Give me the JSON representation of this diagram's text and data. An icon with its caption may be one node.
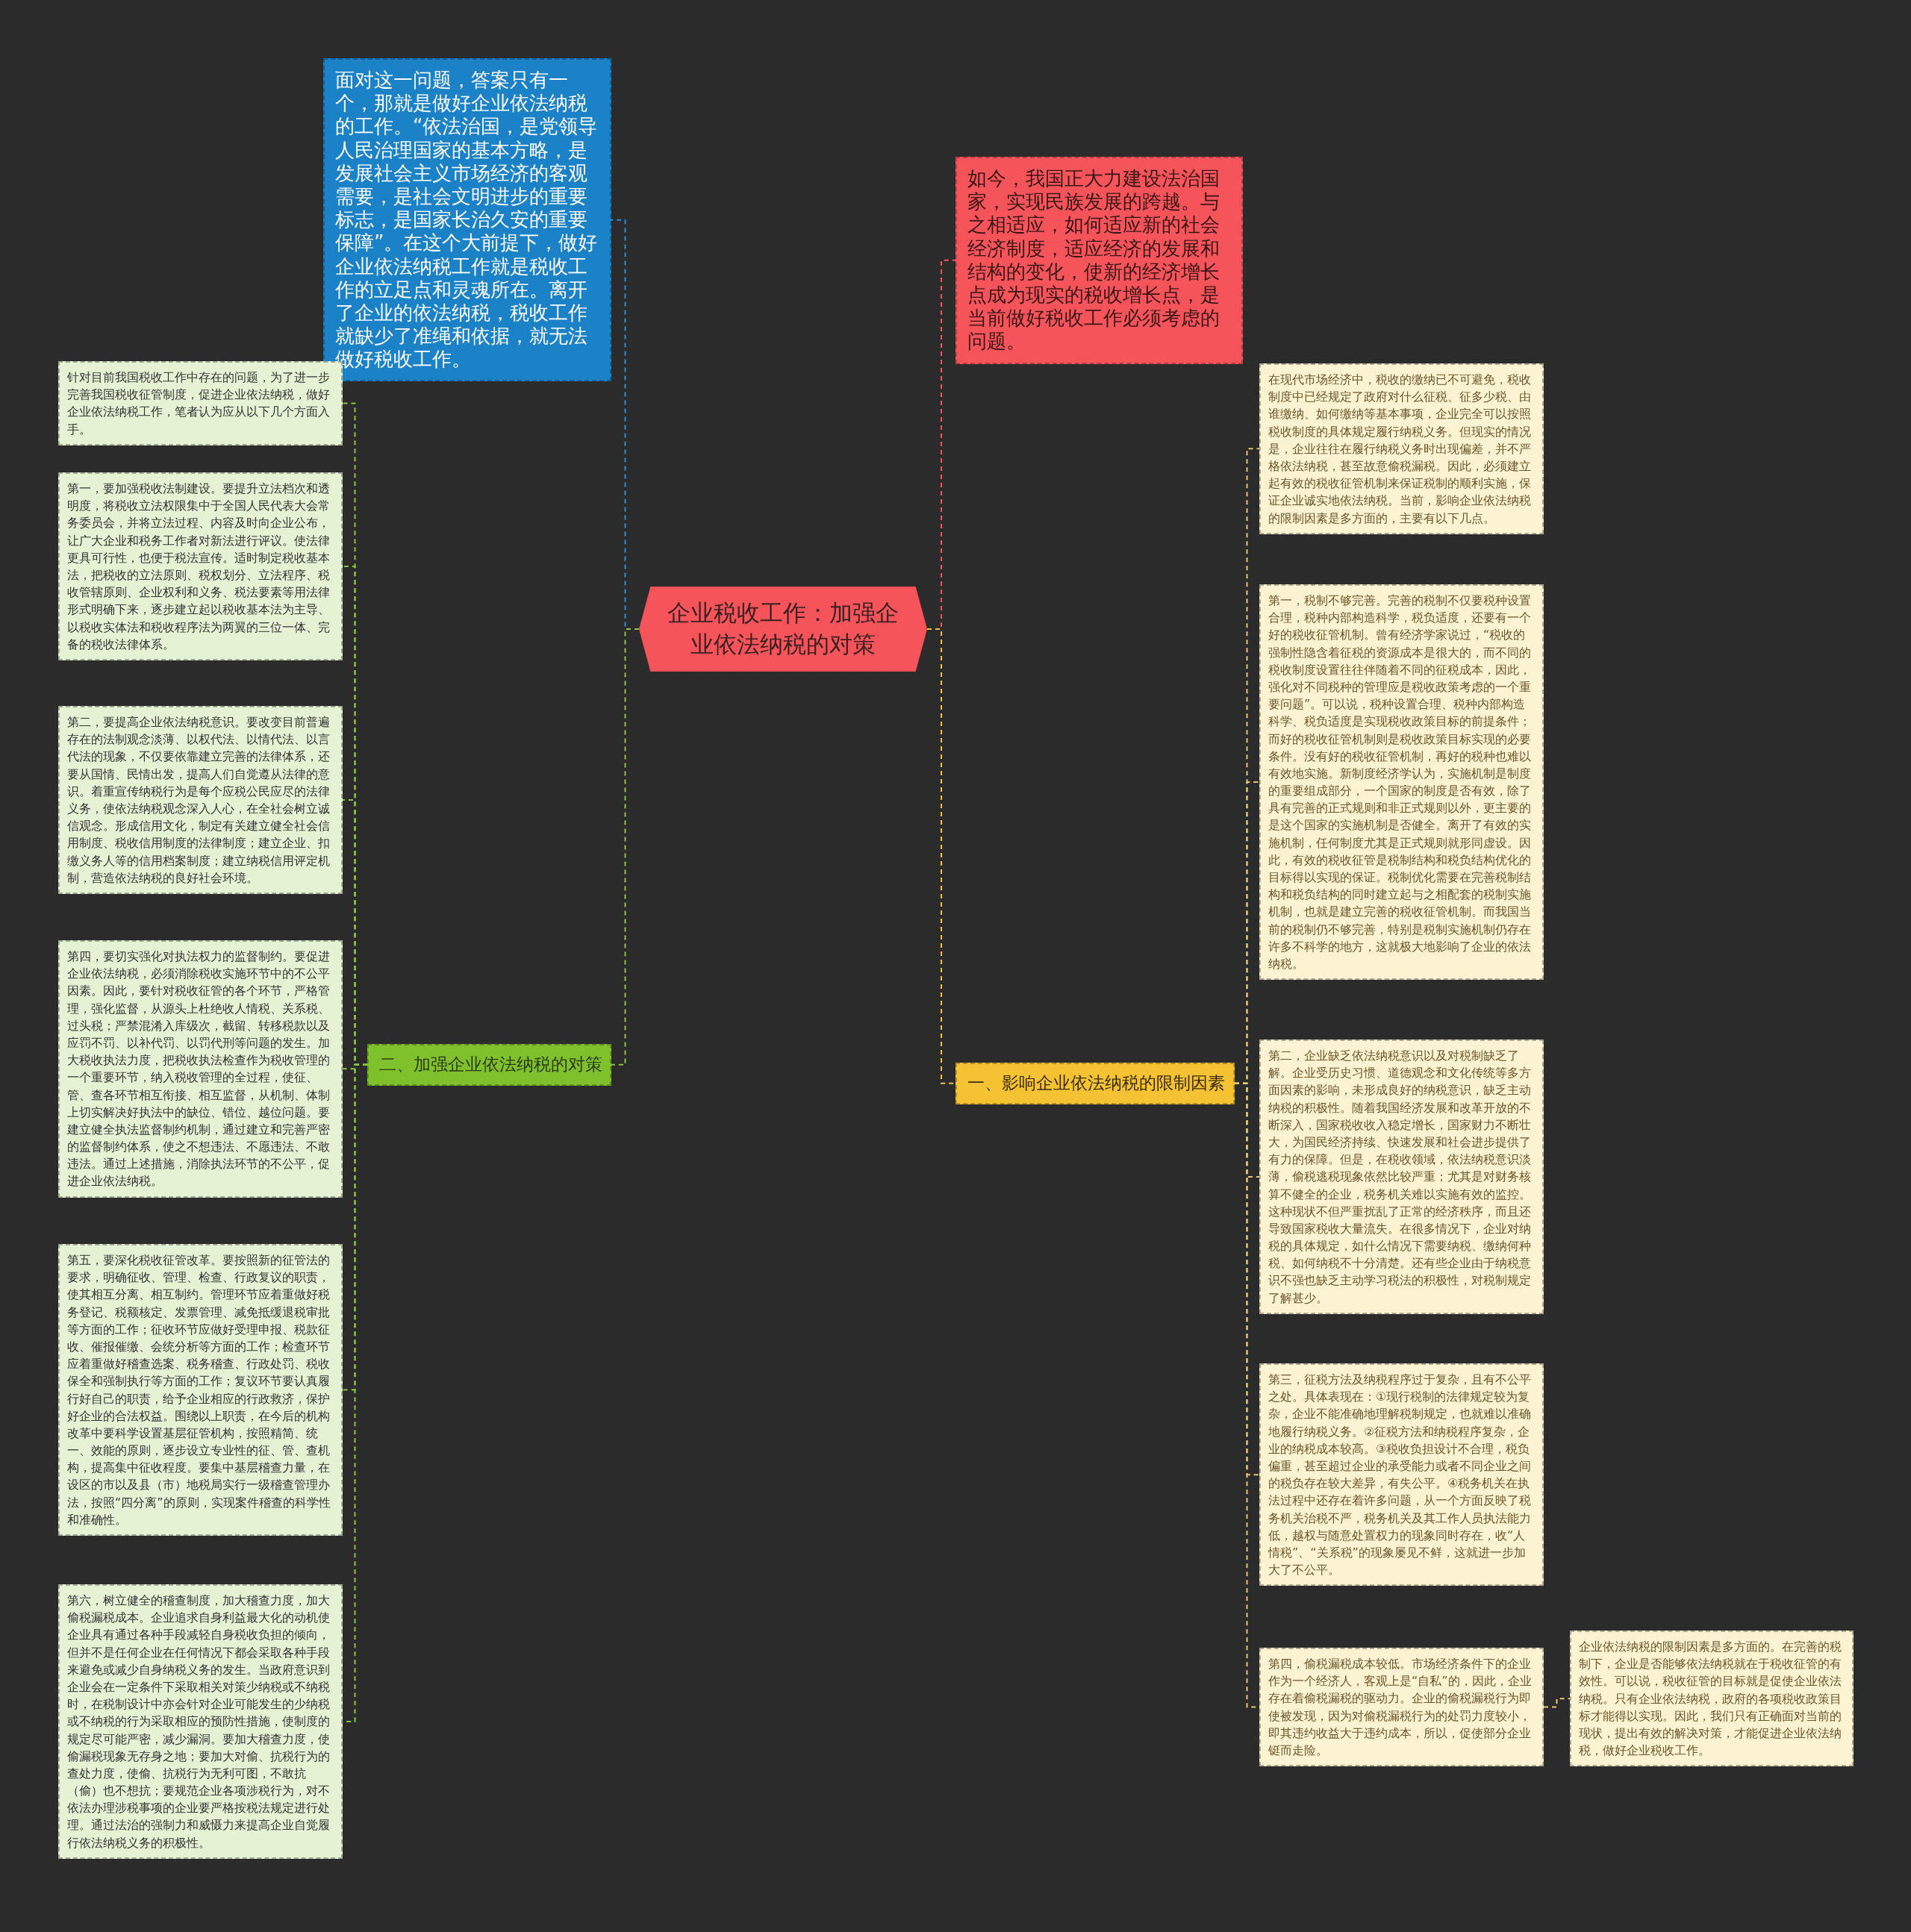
{
  "diagram": {
    "nodes": [
      {
        "text": [
          "企业税收工作：加强企业依法纳税的对策"
        ]
      },
      {
        "text": [
          "面对这一问题，答案只有一个，那就是做好企业依法纳税的工作。“依法治国，是党领导人民治理国家的基本方略，是发展社会主义市场经济的客观需要，是社会文明进步的重要标志，是国家长治久安的重要保障”。在这个大前提下，做好企业依法纳税工作就是税收工作的立足点和灵魂所在。离开了企业的依法纳税，税收工作就缺少了准绳和依据，就无法做好税收工作。"
        ]
      },
      {
        "text": [
          "二、加强企业依法纳税的对策"
        ]
      },
      {
        "text": [
          "针对目前我国税收工作中存在的问题，为了进一步完善我国税收征管制度，促进企业依法纳税，做好企业依法纳税工作，笔者认为应从以下几个方面入手。"
        ]
      },
      {
        "text": [
          "第一，要加强税收法制建设。要提升立法档次和透明度，将税收立法权限集中于全国人民代表大会常务委员会，并将立法过程、内容及时向企业公布，让广大企业和税务工作者对新法进行评议。使法律更具可行性，也便于税法宣传。适时制定税收基本法，把税收的立法原则、税权划分、立法程序、税收管辖原则、企业权利和义务、税法要素等用法律形式明确下来，逐步建立起以税收基本法为主导、以税收实体法和税收程序法为两翼的三位一体、完备的税收法律体系。"
        ]
      },
      {
        "text": [
          "第二，要提高企业依法纳税意识。要改变目前普遍存在的法制观念淡薄、以权代法、以情代法、以言代法的现象，不仅要依靠建立完善的法律体系，还要从国情、民情出发，提高人们自觉遵从法律的意识。着重宣传纳税行为是每个应税公民应尽的法律义务，使依法纳税观念深入人心，在全社会树立诚信观念。形成信用文化，制定有关建立健全社会信用制度、税收信用制度的法律制度；建立企业、扣缴义务人等的信用档案制度；建立纳税信用评定机制，营造依法纳税的良好社会环境。"
        ]
      },
      {
        "text": [
          "第四，要切实强化对执法权力的监督制约。要促进企业依法纳税，必须消除税收实施环节中的不公平因素。因此，要针对税收征管的各个环节，严格管理，强化监督，从源头上杜绝收人情税、关系税、过头税；严禁混淆入库级次，截留、转移税款以及应罚不罚、以补代罚、以罚代刑等问题的发生。加大税收执法力度，把税收执法检查作为税收管理的一个重要环节，纳入税收管理的全过程，使征、管、查各环节相互衔接、相互监督，从机制、体制上切实解决好执法中的缺位、错位、越位问题。要建立健全执法监督制约机制，通过建立和完善严密的监督制约体系，使之不想违法、不愿违法、不敢违法。通过上述措施，消除执法环节的不公平，促进企业依法纳税。"
        ]
      },
      {
        "text": [
          "第五，要深化税收征管改革。要按照新的征管法的要求，明确征收、管理、检查、行政复议的职责，使其相互分离、相互制约。管理环节应着重做好税务登记、税额核定、发票管理、减免抵缓退税审批等方面的工作；征收环节应做好受理申报、税款征收、催报催缴、会统分析等方面的工作；检查环节应着重做好稽查选案、税务稽查、行政处罚、税收保全和强制执行等方面的工作；复议环节要认真履行好自己的职责，给予企业相应的行政救济，保护好企业的合法权益。围绕以上职责，在今后的机构改革中要科学设置基层征管机构，按照精简、统一、效能的原则，逐步设立专业性的征、管、查机构，提高集中征收程度。要集中基层稽查力量，在设区的市以及县（市）地税局实行一级稽查管理办法，按照“四分离”的原则，实现案件稽查的科学性和准确性。"
        ]
      },
      {
        "text": [
          "第六，树立健全的稽查制度，加大稽查力度，加大偷税漏税成本。企业追求自身利益最大化的动机使企业具有通过各种手段减轻自身税收负担的倾向，但并不是任何企业在任何情况下都会采取各种手段来避免或减少自身纳税义务的发生。当政府意识到企业会在一定条件下采取相关对策少纳税或不纳税时，在税制设计中亦会针对企业可能发生的少纳税或不纳税的行为采取相应的预防性措施，使制度的规定尽可能严密，减少漏洞。要加大稽查力度，使偷漏税现象无存身之地；要加大对偷、抗税行为的查处力度，使偷、抗税行为无利可图，不敢抗（偷）也不想抗；要规范企业各项涉税行为，对不依法办理涉税事项的企业要严格按税法规定进行处理。通过法治的强制力和威慑力来提高企业自觉履行依法纳税义务的积极性。"
        ]
      },
      {
        "text": [
          "如今，我国正大力建设法治国家，实现民族发展的跨越。与之相适应，如何适应新的社会经济制度，适应经济的发展和结构的变化，使新的经济增长点成为现实的税收增长点，是当前做好税收工作必须考虑的问题。"
        ]
      },
      {
        "text": [
          "一、影响企业依法纳税的限制因素"
        ]
      },
      {
        "text": [
          "在现代市场经济中，税收的缴纳已不可避免，税收制度中已经规定了政府对什么征税、征多少税、由谁缴纳、如何缴纳等基本事项，企业完全可以按照税收制度的具体规定履行纳税义务。但现实的情况是，企业往往在履行纳税义务时出现偏差，并不严格依法纳税，甚至故意偷税漏税。因此，必须建立起有效的税收征管机制来保证税制的顺利实施，保证企业诚实地依法纳税。当前，影响企业依法纳税的限制因素是多方面的，主要有以下几点。"
        ]
      },
      {
        "text": [
          "第一，税制不够完善。完善的税制不仅要税种设置合理，税种内部构造科学，税负适度，还要有一个好的税收征管机制。曾有经济学家说过，“税收的强制性隐含着征税的资源成本是很大的，而不同的税收制度设置往往伴随着不同的征税成本，因此，强化对不同税种的管理应是税收政策考虑的一个重要问题”。可以说，税种设置合理、税种内部构造科学、税负适度是实现税收政策目标的前提条件；而好的税收征管机制则是税收政策目标实现的必要条件。没有好的税收征管机制，再好的税种也难以有效地实施。新制度经济学认为，实施机制是制度的重要组成部分，一个国家的制度是否有效，除了具有完善的正式规则和非正式规则以外，更主要的是这个国家的实施机制是否健全。离开了有效的实施机制，任何制度尤其是正式规则就形同虚设。因此，有效的税收征管是税制结构和税负结构优化的目标得以实现的保证。税制优化需要在完善税制结构和税负结构的同时建立起与之相配套的税制实施机制，也就是建立完善的税收征管机制。而我国当前的税制仍不够完善，特别是税制实施机制仍存在许多不科学的地方，这就极大地影响了企业的依法纳税。"
        ]
      },
      {
        "text": [
          "第二，企业缺乏依法纳税意识以及对税制缺乏了解。企业受历史习惯、道德观念和文化传统等多方面因素的影响，未形成良好的纳税意识，缺乏主动纳税的积极性。随着我国经济发展和改革开放的不断深入，国家税收收入稳定增长，国家财力不断壮大，为国民经济持续、快速发展和社会进步提供了有力的保障。但是，在税收领域，依法纳税意识淡薄，偷税逃税现象依然比较严重；尤其是对财务核算不健全的企业，税务机关难以实施有效的监控。这种现状不但严重扰乱了正常的经济秩序，而且还导致国家税收大量流失。在很多情况下，企业对纳税的具体规定，如什么情况下需要纳税、缴纳何种税、如何纳税不十分清楚。还有些企业由于纳税意识不强也缺乏主动学习税法的积极性，对税制规定了解甚少。"
        ]
      },
      {
        "text": [
          "第三，征税方法及纳税程序过于复杂，且有不公平之处。具体表现在：①现行税制的法律规定较为复杂，企业不能准确地理解税制规定，也就难以准确地履行纳税义务。②征税方法和纳税程序复杂，企业的纳税成本较高。③税收负担设计不合理，税负偏重，甚至超过企业的承受能力或者不同企业之间的税负存在较大差异，有失公平。④税务机关在执法过程中还存在着许多问题，从一个方面反映了税务机关治税不严，税务机关及其工作人员执法能力低，越权与随意处置权力的现象同时存在，收“人情税”、“关系税”的现象屡见不鲜，这就进一步加大了不公平。"
        ]
      },
      {
        "text": [
          "第四，偷税漏税成本较低。市场经济条件下的企业作为一个经济人，客观上是“自私”的，因此，企业存在着偷税漏税的驱动力。企业的偷税漏税行为即使被发现，因为对偷税漏税行为的处罚力度较小，即其违约收益大于违约成本，所以，促使部分企业铤而走险。"
        ]
      },
      {
        "text": [
          "企业依法纳税的限制因素是多方面的。在完善的税制下，企业是否能够依法纳税就在于税收征管的有效性。可以说，税收征管的目标就是促使企业依法纳税。只有企业依法纳税，政府的各项税收政策目标才能得以实现。因此，我们只有正确面对当前的现状，提出有效的解决对策，才能促进企业依法纳税，做好企业税收工作。"
        ]
      }
    ],
    "edges": [
      {
        "from": 0,
        "to": 1,
        "arrow": "none",
        "style": "dashed",
        "color": "#2f8fd6"
      },
      {
        "from": 0,
        "to": 2,
        "arrow": "none",
        "style": "dashed",
        "color": "#8cc63f"
      },
      {
        "from": 2,
        "to": 3,
        "arrow": "none",
        "style": "dashed",
        "color": "#8cc63f"
      },
      {
        "from": 2,
        "to": 4,
        "arrow": "none",
        "style": "dashed",
        "color": "#8cc63f"
      },
      {
        "from": 2,
        "to": 5,
        "arrow": "none",
        "style": "dashed",
        "color": "#8cc63f"
      },
      {
        "from": 2,
        "to": 6,
        "arrow": "none",
        "style": "dashed",
        "color": "#8cc63f"
      },
      {
        "from": 2,
        "to": 7,
        "arrow": "none",
        "style": "dashed",
        "color": "#8cc63f"
      },
      {
        "from": 2,
        "to": 8,
        "arrow": "none",
        "style": "dashed",
        "color": "#8cc63f"
      },
      {
        "from": 0,
        "to": 9,
        "arrow": "none",
        "style": "dashed",
        "color": "#f4545a"
      },
      {
        "from": 0,
        "to": 10,
        "arrow": "none",
        "style": "dashed",
        "color": "#f5c233"
      },
      {
        "from": 10,
        "to": 11,
        "arrow": "none",
        "style": "dashed",
        "color": "#e8c870"
      },
      {
        "from": 10,
        "to": 12,
        "arrow": "none",
        "style": "dashed",
        "color": "#e8c870"
      },
      {
        "from": 10,
        "to": 13,
        "arrow": "none",
        "style": "dashed",
        "color": "#e8c870"
      },
      {
        "from": 10,
        "to": 14,
        "arrow": "none",
        "style": "dashed",
        "color": "#e8c870"
      },
      {
        "from": 10,
        "to": 15,
        "arrow": "none",
        "style": "dashed",
        "color": "#e8c870"
      },
      {
        "from": 15,
        "to": 16,
        "arrow": "none",
        "style": "dashed",
        "color": "#e8c870"
      }
    ]
  }
}
